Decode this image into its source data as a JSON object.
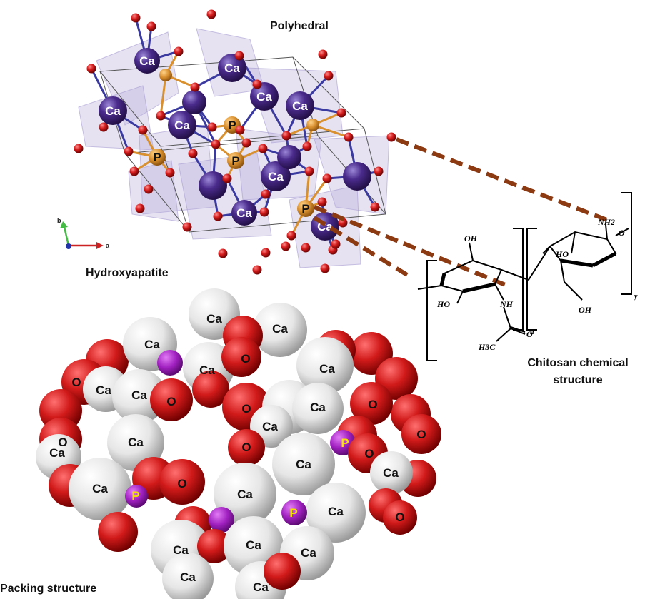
{
  "labels": {
    "polyhedral": "Polyhedral",
    "hydroxyapatite": "Hydroxyapatite",
    "chitosan_line1": "Chitosan chemical",
    "chitosan_line2": "structure",
    "packing": "Packing structure"
  },
  "elements": {
    "calcium": "Ca",
    "phosphorus": "P",
    "oxygen": "O"
  },
  "axes": {
    "b": "b",
    "a": "a"
  },
  "chitosan_groups": {
    "oh_top": "OH",
    "ho_left": "HO",
    "nh": "NH",
    "h3c": "H3C",
    "o_carbonyl": "O",
    "nh2": "NH2",
    "ho_right": "HO",
    "oh_bottom": "OH",
    "o_end": "O",
    "n_sub": "n",
    "y_sub": "y"
  },
  "colors": {
    "calcium_crystal": "#4a2b8c",
    "phosphorus_crystal": "#d9902f",
    "oxygen": "#d11a1a",
    "polyhedron_fill": "#b7acd9",
    "bond_ca": "#3a3aa0",
    "calcium_packing": "#e6e6e6",
    "phosphorus_packing": "#a020c0",
    "p_label": "#f2e400",
    "dashed_link": "#8b3a12"
  }
}
